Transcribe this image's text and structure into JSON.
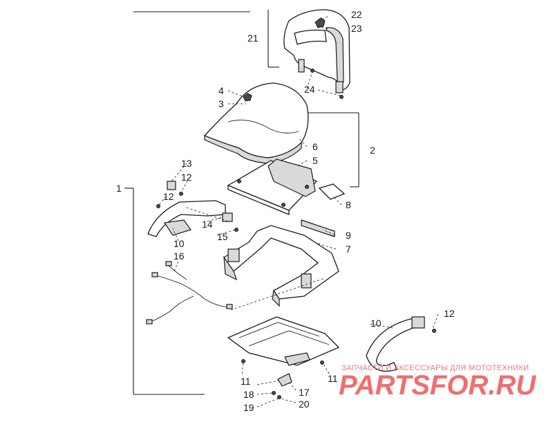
{
  "callouts": {
    "c1": "1",
    "c2": "2",
    "c3": "3",
    "c4": "4",
    "c5": "5",
    "c6": "6",
    "c7": "7",
    "c8": "8",
    "c9": "9",
    "c10a": "10",
    "c10b": "10",
    "c11a": "11",
    "c11b": "11",
    "c12a": "12",
    "c12b": "12",
    "c12c": "12",
    "c13": "13",
    "c14": "14",
    "c15": "15",
    "c16": "16",
    "c17": "17",
    "c18": "18",
    "c19": "19",
    "c20": "20",
    "c21": "21",
    "c22": "22",
    "c23": "23",
    "c24": "24"
  },
  "watermark": {
    "line1": "ЗАПЧАСТИ И АКСЕССУАРЫ ДЛЯ МОТОТЕХНИКИ",
    "line2": "PARTSFOR.RU"
  },
  "colors": {
    "line": "#1a1a1a",
    "watermark": "#ef6f6f"
  }
}
